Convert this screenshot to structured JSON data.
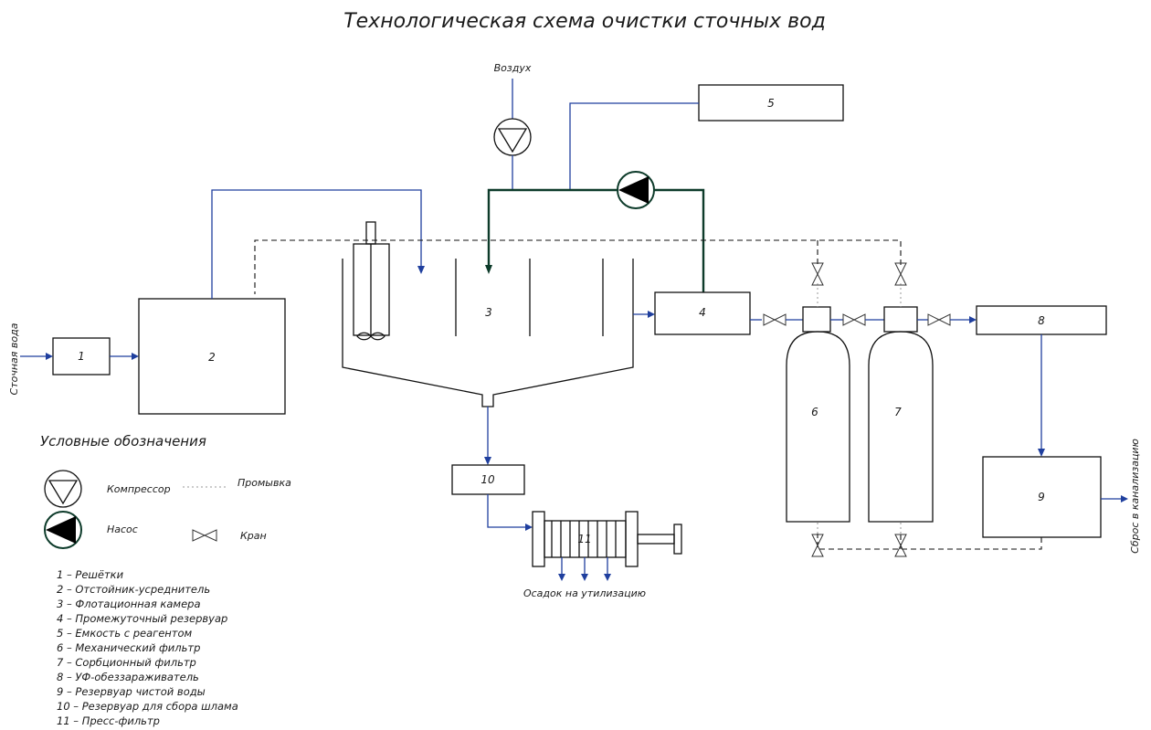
{
  "title": "Технологическая схема очистки сточных вод",
  "labels": {
    "air": "Воздух",
    "wastewater": "Сточная вода",
    "discharge": "Сброс в канализацию",
    "sludge_out": "Осадок на утилизацию"
  },
  "units": {
    "u1": "1",
    "u2": "2",
    "u3": "3",
    "u4": "4",
    "u5": "5",
    "u6": "6",
    "u7": "7",
    "u8": "8",
    "u9": "9",
    "u10": "10",
    "u11": "11"
  },
  "legend": {
    "heading": "Условные обозначения",
    "compressor": "Компрессор",
    "pump": "Насос",
    "flush": "Промывка",
    "valve": "Кран"
  },
  "key": [
    "1 – Решётки",
    "2 – Отстойник-усреднитель",
    "3 – Флотационная камера",
    "4 – Промежуточный резервуар",
    "5 – Емкость с реагентом",
    "6 – Механический фильтр",
    "7 – Сорбционный фильтр",
    "8 – УФ-обеззараживатель",
    "9 – Резервуар чистой воды",
    "10 – Резервуар для сбора шлама",
    "11 – Пресс-фильтр"
  ]
}
